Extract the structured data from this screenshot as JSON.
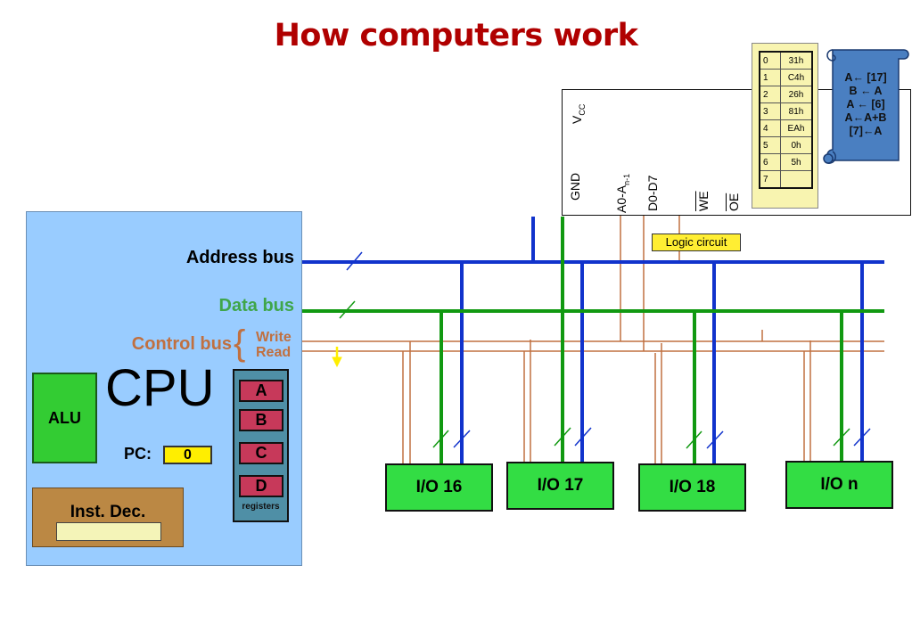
{
  "title": "How computers work",
  "cpu": {
    "label": "CPU",
    "alu_label": "ALU",
    "pc_label": "PC:",
    "pc_value": "0",
    "registers": [
      "A",
      "B",
      "C",
      "D"
    ],
    "registers_label": "registers",
    "inst_dec_label": "Inst. Dec.",
    "inst_dec_value": ""
  },
  "buses": {
    "address": {
      "label": "Address bus",
      "color": "#1133cc"
    },
    "data": {
      "label": "Data bus",
      "color": "#119911"
    },
    "control": {
      "label": "Control bus",
      "write_label": "Write",
      "read_label": "Read",
      "color": "#c07040"
    }
  },
  "memory_chip": {
    "pins": {
      "vcc": "V",
      "vcc_sub": "CC",
      "gnd": "GND",
      "addr": "A0-A",
      "addr_sub": "n-1",
      "data": "D0-D7",
      "we": "WE",
      "oe": "OE"
    },
    "cells": [
      {
        "addr": "0",
        "value": "31h"
      },
      {
        "addr": "1",
        "value": "C4h"
      },
      {
        "addr": "2",
        "value": "26h"
      },
      {
        "addr": "3",
        "value": "81h"
      },
      {
        "addr": "4",
        "value": "EAh"
      },
      {
        "addr": "5",
        "value": "0h"
      },
      {
        "addr": "6",
        "value": "5h"
      },
      {
        "addr": "7",
        "value": ""
      }
    ]
  },
  "program": [
    "A← [17]",
    "B ← A",
    "A ← [6]",
    "A←A+B",
    "[7]←A"
  ],
  "logic_circuit_label": "Logic circuit",
  "io_devices": [
    "I/O 16",
    "I/O 17",
    "I/O 18",
    "I/O n"
  ],
  "colors": {
    "title": "#b00000",
    "cpu_bg": "#99ccff",
    "io_bg": "#33dd44",
    "register_bg": "#c7395a"
  }
}
